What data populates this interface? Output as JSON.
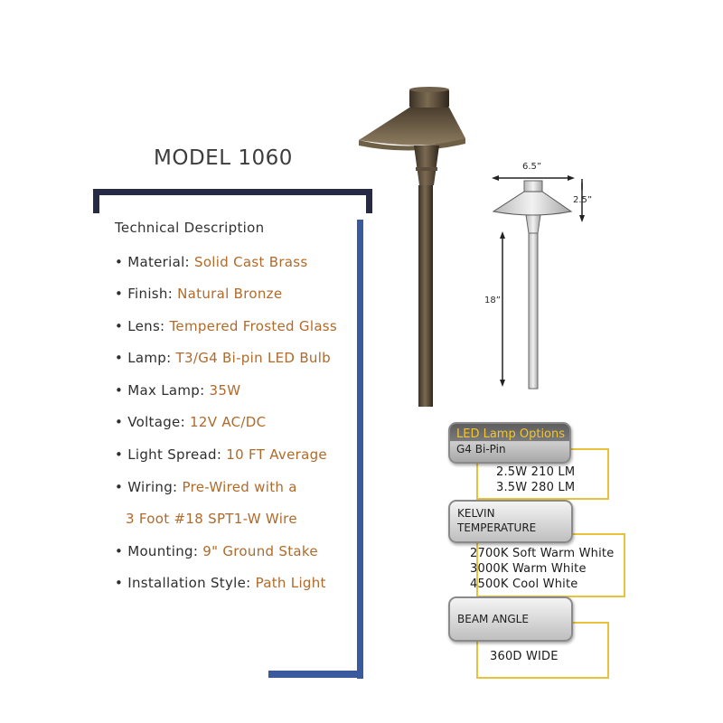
{
  "model_title": "MODEL 1060",
  "dimensions": {
    "width": "6.5”",
    "height": "2.5”",
    "stem": "18”"
  },
  "technical": {
    "heading": "Technical Description",
    "specs": [
      {
        "label": "• Material:",
        "value": "Solid Cast Brass"
      },
      {
        "label": "• Finish:",
        "value": "Natural Bronze"
      },
      {
        "label": "• Lens:",
        "value": "Tempered Frosted Glass"
      },
      {
        "label": "• Lamp:",
        "value": "T3/G4 Bi-pin LED Bulb"
      },
      {
        "label": "• Max Lamp:",
        "value": "35W"
      },
      {
        "label": "• Voltage:",
        "value": "12V AC/DC"
      },
      {
        "label": "• Light Spread:",
        "value": "10 FT Average"
      },
      {
        "label": "• Wiring:",
        "value": "Pre-Wired with a"
      },
      {
        "label": "",
        "value": "3 Foot #18 SPT1-W Wire"
      },
      {
        "label": "• Mounting:",
        "value": "9\" Ground Stake"
      },
      {
        "label": "• Installation Style:",
        "value": "Path Light"
      }
    ]
  },
  "options": {
    "led": {
      "title": "LED Lamp Options",
      "subtitle": "G4 Bi-Pin",
      "lines": [
        "2.5W 210 LM",
        "3.5W 280 LM"
      ]
    },
    "kelvin": {
      "title_line1": "KELVIN",
      "title_line2": "TEMPERATURE",
      "lines": [
        "2700K Soft Warm White",
        "3000K Warm White",
        "4500K Cool White"
      ]
    },
    "beam": {
      "title": "BEAM ANGLE",
      "lines": [
        "360D WIDE"
      ]
    }
  },
  "colors": {
    "accent_text": "#b06a2b",
    "frame_dark": "#262a44",
    "frame_blue": "#3a5a9e",
    "option_line": "#e8c33a",
    "led_title": "#f2c531"
  }
}
